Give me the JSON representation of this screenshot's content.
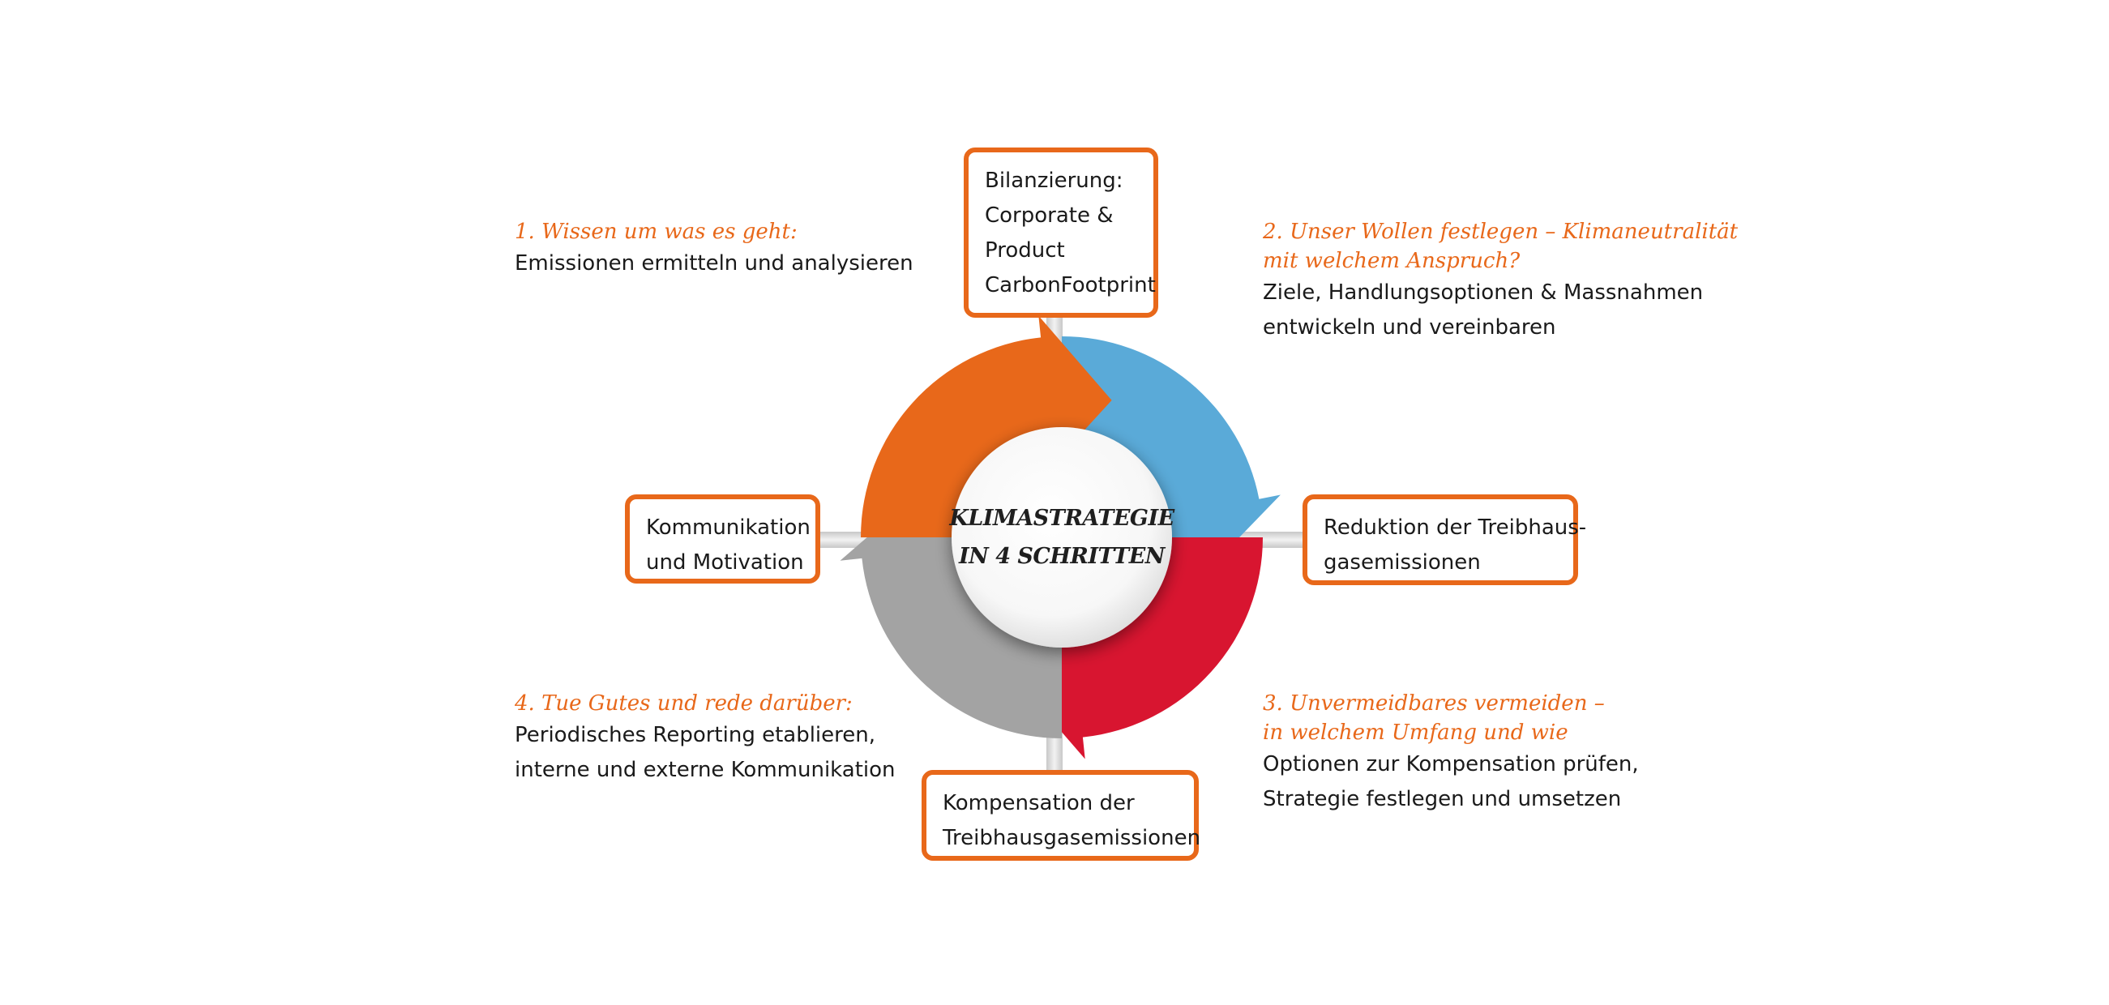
{
  "center": {
    "line1": "KLIMASTRATEGIE",
    "line2": "IN 4 SCHRITTEN"
  },
  "boxes": {
    "top": {
      "lines": [
        "Bilanzierung:",
        "Corporate &",
        "Product",
        "CarbonFootprint"
      ]
    },
    "right": {
      "lines": [
        "Reduktion der Treibhaus-",
        "gasemissionen"
      ]
    },
    "bottom": {
      "lines": [
        "Kompensation der",
        "Treibhausgasemissionen"
      ]
    },
    "left": {
      "lines": [
        "Kommunikation",
        "und Motivation"
      ]
    }
  },
  "steps": [
    {
      "heading": [
        "1. Wissen um was es geht:"
      ],
      "body": [
        "Emissionen ermitteln und analysieren"
      ]
    },
    {
      "heading": [
        "2. Unser Wollen festlegen – Klimaneutralität",
        "mit welchem Anspruch?"
      ],
      "body": [
        "Ziele, Handlungsoptionen & Massnahmen",
        "entwickeln und vereinbaren"
      ]
    },
    {
      "heading": [
        "3. Unvermeidbares vermeiden –",
        "in welchem Umfang und wie"
      ],
      "body": [
        "Optionen zur Kompensation prüfen,",
        "Strategie festlegen und umsetzen"
      ]
    },
    {
      "heading": [
        "4. Tue Gutes und rede darüber:"
      ],
      "body": [
        "Periodisches Reporting etablieren,",
        "interne und externe Kommunikation"
      ]
    }
  ],
  "colors": {
    "orange": "#e8681a",
    "blue": "#5aaad8",
    "red": "#d81530",
    "gray": "#a3a3a3",
    "connector": "#dcdcdc"
  }
}
